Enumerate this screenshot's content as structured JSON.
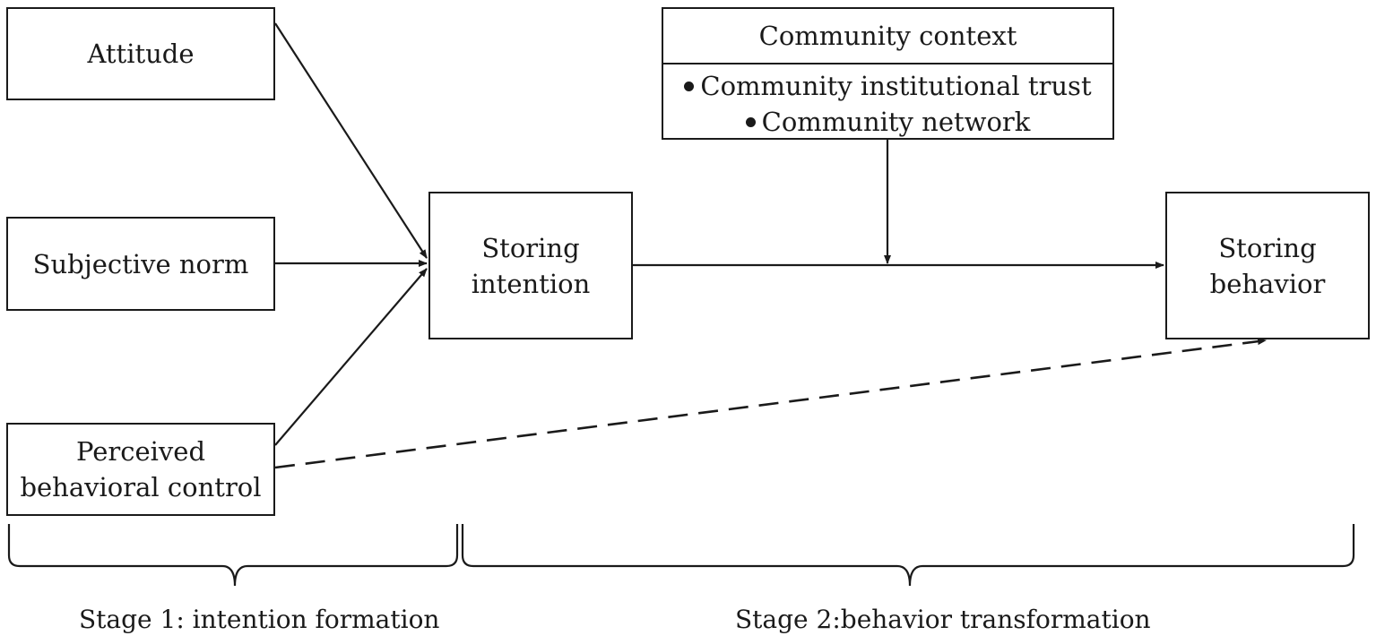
{
  "nodes": {
    "attitude": "Attitude",
    "subjective_norm": "Subjective norm",
    "perceived_behavioral_control": [
      "Perceived",
      "behavioral control"
    ],
    "storing_intention": [
      "Storing",
      "intention"
    ],
    "storing_behavior": [
      "Storing",
      "behavior"
    ]
  },
  "community_context": {
    "title": "Community context",
    "items": [
      "Community institutional trust",
      "Community network"
    ]
  },
  "stages": {
    "stage1": "Stage 1: intention formation",
    "stage2": "Stage 2:behavior transformation"
  },
  "edges": [
    {
      "from": "Attitude",
      "to": "Storing intention",
      "style": "solid"
    },
    {
      "from": "Subjective norm",
      "to": "Storing intention",
      "style": "solid"
    },
    {
      "from": "Perceived behavioral control",
      "to": "Storing intention",
      "style": "solid"
    },
    {
      "from": "Storing intention",
      "to": "Storing behavior",
      "style": "solid"
    },
    {
      "from": "Community context",
      "to": "Storing intention → Storing behavior",
      "style": "solid"
    },
    {
      "from": "Perceived behavioral control",
      "to": "Storing behavior",
      "style": "dashed"
    }
  ],
  "colors": {
    "stroke": "#1a1a1a",
    "background": "#ffffff"
  }
}
